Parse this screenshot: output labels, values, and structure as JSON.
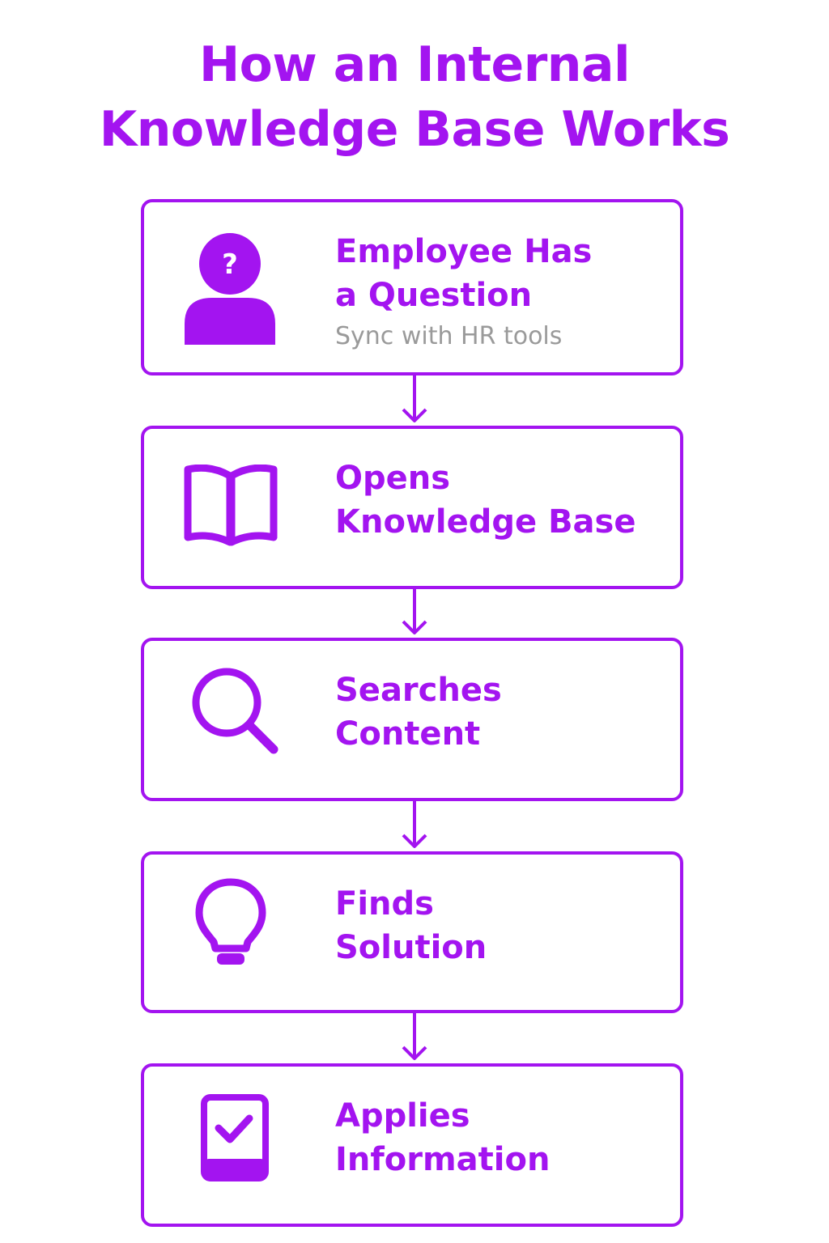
{
  "title": {
    "line1": "How an Internal",
    "line2": "Knowledge Base Works"
  },
  "colors": {
    "accent": "#a314f0",
    "subtext": "#9a9a9a",
    "background": "#ffffff"
  },
  "steps": [
    {
      "icon": "person-question-icon",
      "line1": "Employee Has",
      "line2": "a Question",
      "subtitle": "Sync with HR tools"
    },
    {
      "icon": "open-book-icon",
      "line1": "Opens",
      "line2": "Knowledge Base",
      "subtitle": ""
    },
    {
      "icon": "magnifier-icon",
      "line1": "Searches",
      "line2": "Content",
      "subtitle": ""
    },
    {
      "icon": "lightbulb-icon",
      "line1": "Finds",
      "line2": "Solution",
      "subtitle": ""
    },
    {
      "icon": "tablet-check-icon",
      "line1": "Applies",
      "line2": "Information",
      "subtitle": ""
    }
  ],
  "question_mark": "?"
}
